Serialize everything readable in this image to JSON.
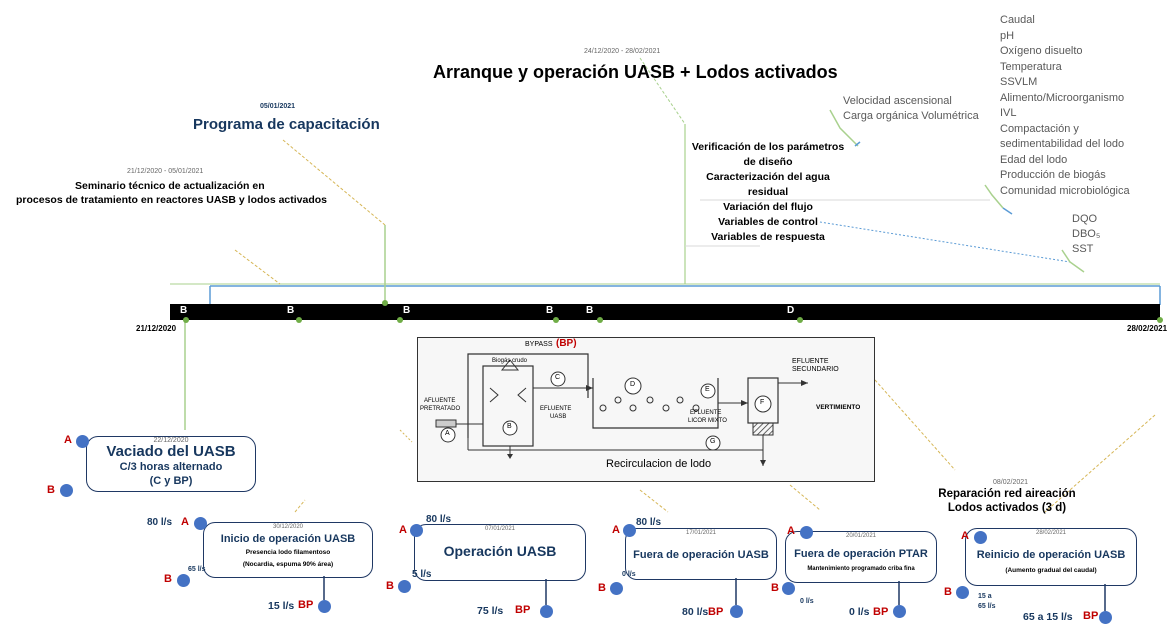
{
  "header": {
    "date": "24/12/2020 - 28/02/2021",
    "title": "Arranque y operación UASB + Lodos activados"
  },
  "capacitacion": {
    "date": "05/01/2021",
    "title": "Programa de capacitación"
  },
  "seminario": {
    "date": "21/12/2020 - 05/01/2021",
    "line1": "Seminario técnico de actualización en",
    "line2": "procesos de tratamiento en reactores UASB y lodos activados"
  },
  "verificacion": {
    "items": [
      "Verificación de los parámetros",
      "de diseño",
      "Caracterización del agua",
      "residual",
      "Variación del flujo",
      "Variables de control",
      "Variables de respuesta"
    ]
  },
  "control": {
    "items": [
      "Velocidad ascensional",
      "Carga orgánica Volumétrica"
    ]
  },
  "respuesta": {
    "items": [
      "Caudal",
      "pH",
      "Oxígeno disuelto",
      "Temperatura",
      "SSVLM",
      "Alimento/Microorganismo",
      "IVL",
      "Compactación y",
      "sedimentabilidad del lodo",
      "Edad del lodo",
      "Producción de biogás",
      "Comunidad microbiológica"
    ]
  },
  "lab": {
    "items": [
      "DQO",
      "DBO₅",
      "SST"
    ]
  },
  "timeline": {
    "start": "21/12/2020",
    "end": "28/02/2021",
    "markers": [
      "B",
      "B",
      "B",
      "B",
      "B",
      "D"
    ]
  },
  "process": {
    "bypass": "BYPASS",
    "bp": "(BP)",
    "biogas": "Biogás crudo",
    "afluente1": "AFLUENTE",
    "afluente2": "PRETRATADO",
    "efluente_uasb1": "EFLUENTE",
    "efluente_uasb2": "UASB",
    "efluente_mixto1": "EFLUENTE",
    "efluente_mixto2": "LICOR MIXTO",
    "efluente_sec1": "EFLUENTE",
    "efluente_sec2": "SECUNDARIO",
    "vertimiento": "VERTIMIENTO",
    "recirculacion": "Recirculacion de lodo",
    "labels": [
      "A",
      "B",
      "C",
      "D",
      "E",
      "F",
      "G"
    ]
  },
  "reparacion": {
    "date": "08/02/2021",
    "line1": "Reparación red aireación",
    "line2": "Lodos activados (3 d)"
  },
  "cards": {
    "vaciado": {
      "date": "22/12/2020",
      "title": "Vaciado del UASB",
      "sub1": "C/3 horas alternado",
      "sub2": "(C y BP)",
      "a": "A",
      "b": "B"
    },
    "inicio": {
      "date": "30/12/2020",
      "title": "Inicio de operación UASB",
      "sub1": "Presencia lodo filamentoso",
      "sub2": "(Nocardia, espuma 90% área)",
      "flow_a": "80 l/s",
      "flow_b": "65 l/s",
      "out": "15 l/s",
      "a": "A",
      "b": "B",
      "bp": "BP"
    },
    "operacion": {
      "date": "07/01/2021",
      "title": "Operación UASB",
      "flow_a": "80 l/s",
      "flow_b": "5 l/s",
      "out": "75 l/s",
      "a": "A",
      "b": "B",
      "bp": "BP"
    },
    "fuera_uasb": {
      "date": "17/01/2021",
      "title": "Fuera de operación UASB",
      "flow_a": "80 l/s",
      "flow_b": "0 l/s",
      "out": "80 l/s",
      "a": "A",
      "b": "B",
      "bp": "BP"
    },
    "fuera_ptar": {
      "date": "20/01/2021",
      "title": "Fuera de operación PTAR",
      "sub1": "Mantenimiento programado criba fina",
      "flow_b": "0 l/s",
      "out": "0 l/s",
      "a": "A",
      "b": "B",
      "bp": "BP"
    },
    "reinicio": {
      "date": "28/02/2021",
      "title": "Reinicio de operación UASB",
      "sub1": "(Aumento gradual del caudal)",
      "flow_b1": "15 a",
      "flow_b2": "65 l/s",
      "out": "65 a 15 l/s",
      "a": "A",
      "b": "B",
      "bp": "BP"
    }
  }
}
